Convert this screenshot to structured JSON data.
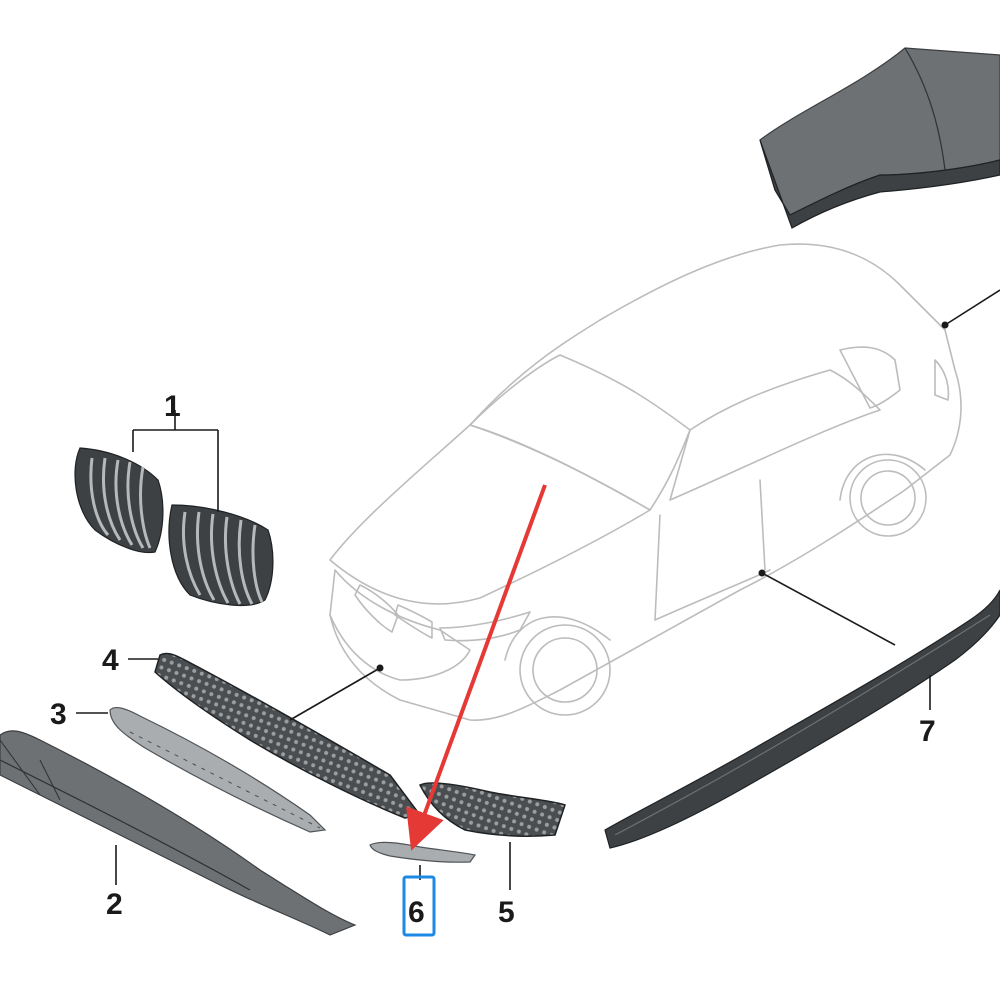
{
  "callouts": {
    "item_1": "1",
    "item_2": "2",
    "item_3": "3",
    "item_4": "4",
    "item_5": "5",
    "item_6": "6",
    "item_7": "7"
  },
  "highlight": {
    "selected_item": "6",
    "box_color": "#1e88e5",
    "arrow_color": "#e53935"
  },
  "colors": {
    "part_dark": "#3d4144",
    "car_outline": "#bcbcbc",
    "leader_line": "#1a1a1a"
  },
  "icons": [
    "kidney-grille-icon",
    "bumper-trim-icon",
    "side-skirt-icon",
    "rear-bumper-icon",
    "car-outline-icon"
  ]
}
